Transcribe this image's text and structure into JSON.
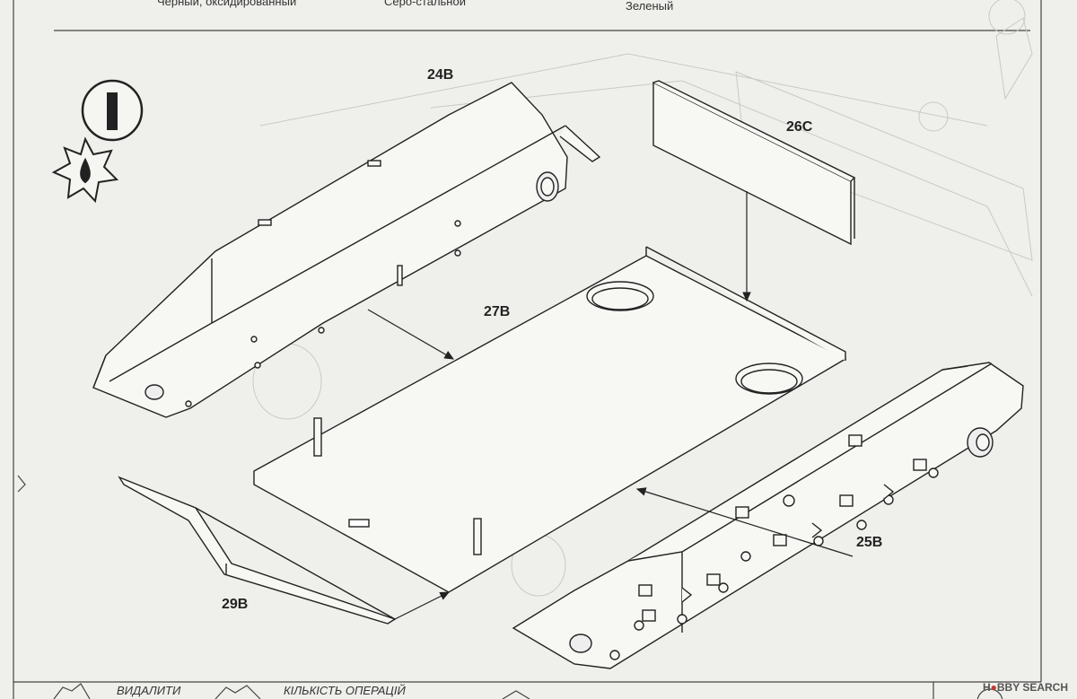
{
  "header": {
    "paint_black": "Черный, оксидированный",
    "paint_grey": "Серо-стальной",
    "paint_green": "Зеленый"
  },
  "step": {
    "number": "I"
  },
  "parts": {
    "p24b": "24B",
    "p26c": "26C",
    "p27b": "27B",
    "p25b": "25B",
    "p29b": "29B"
  },
  "legend": {
    "remove": "ВИДАЛИТИ",
    "count_ops": "КІЛЬКІСТЬ ОПЕРАЦІЙ"
  },
  "watermark": {
    "brand_a": "H",
    "brand_b": "BBY SEARCH"
  },
  "icons": [
    "cement-icon",
    "step-badge-icon"
  ]
}
